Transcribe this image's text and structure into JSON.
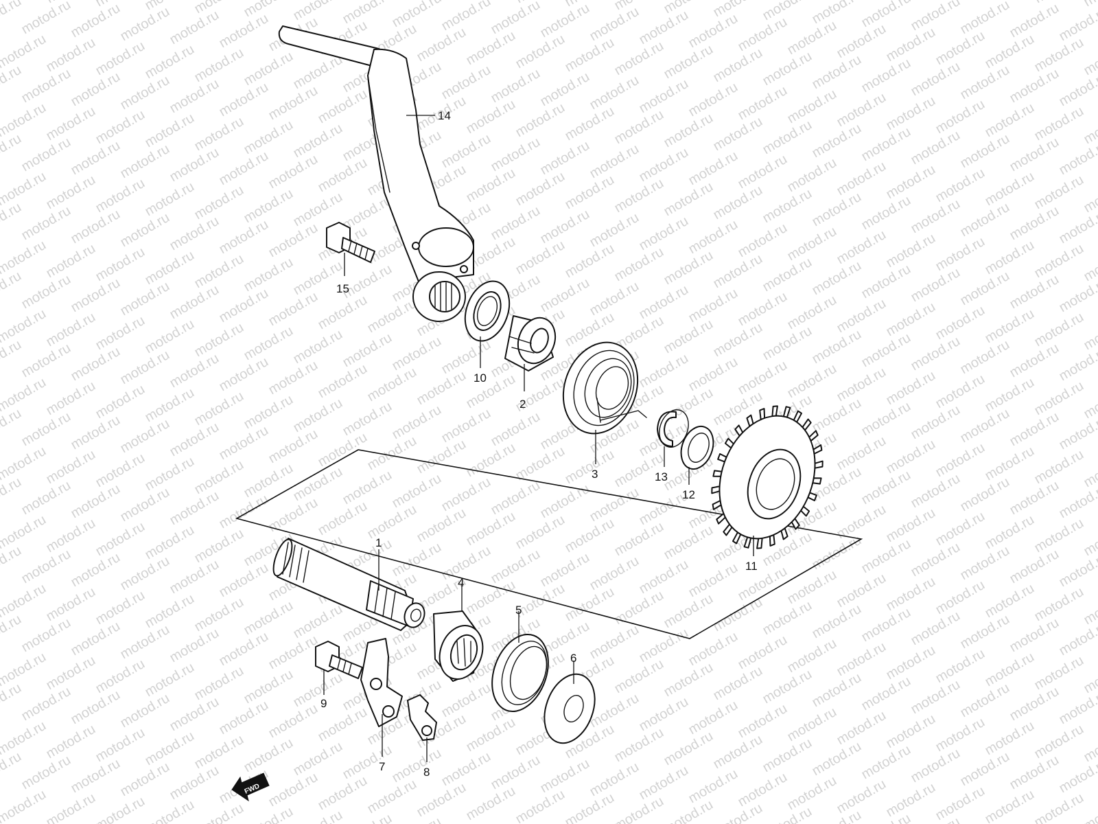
{
  "watermark": {
    "text": "motod.ru",
    "color": "#d2d2d2"
  },
  "fwd_label": "FWD",
  "callouts": [
    {
      "id": "1",
      "label": "1"
    },
    {
      "id": "2",
      "label": "2"
    },
    {
      "id": "3",
      "label": "3"
    },
    {
      "id": "4",
      "label": "4"
    },
    {
      "id": "5",
      "label": "5"
    },
    {
      "id": "6",
      "label": "6"
    },
    {
      "id": "7",
      "label": "7"
    },
    {
      "id": "8",
      "label": "8"
    },
    {
      "id": "9",
      "label": "9"
    },
    {
      "id": "10",
      "label": "10"
    },
    {
      "id": "11",
      "label": "11"
    },
    {
      "id": "12",
      "label": "12"
    },
    {
      "id": "13",
      "label": "13"
    },
    {
      "id": "14",
      "label": "14"
    },
    {
      "id": "15",
      "label": "15"
    }
  ]
}
